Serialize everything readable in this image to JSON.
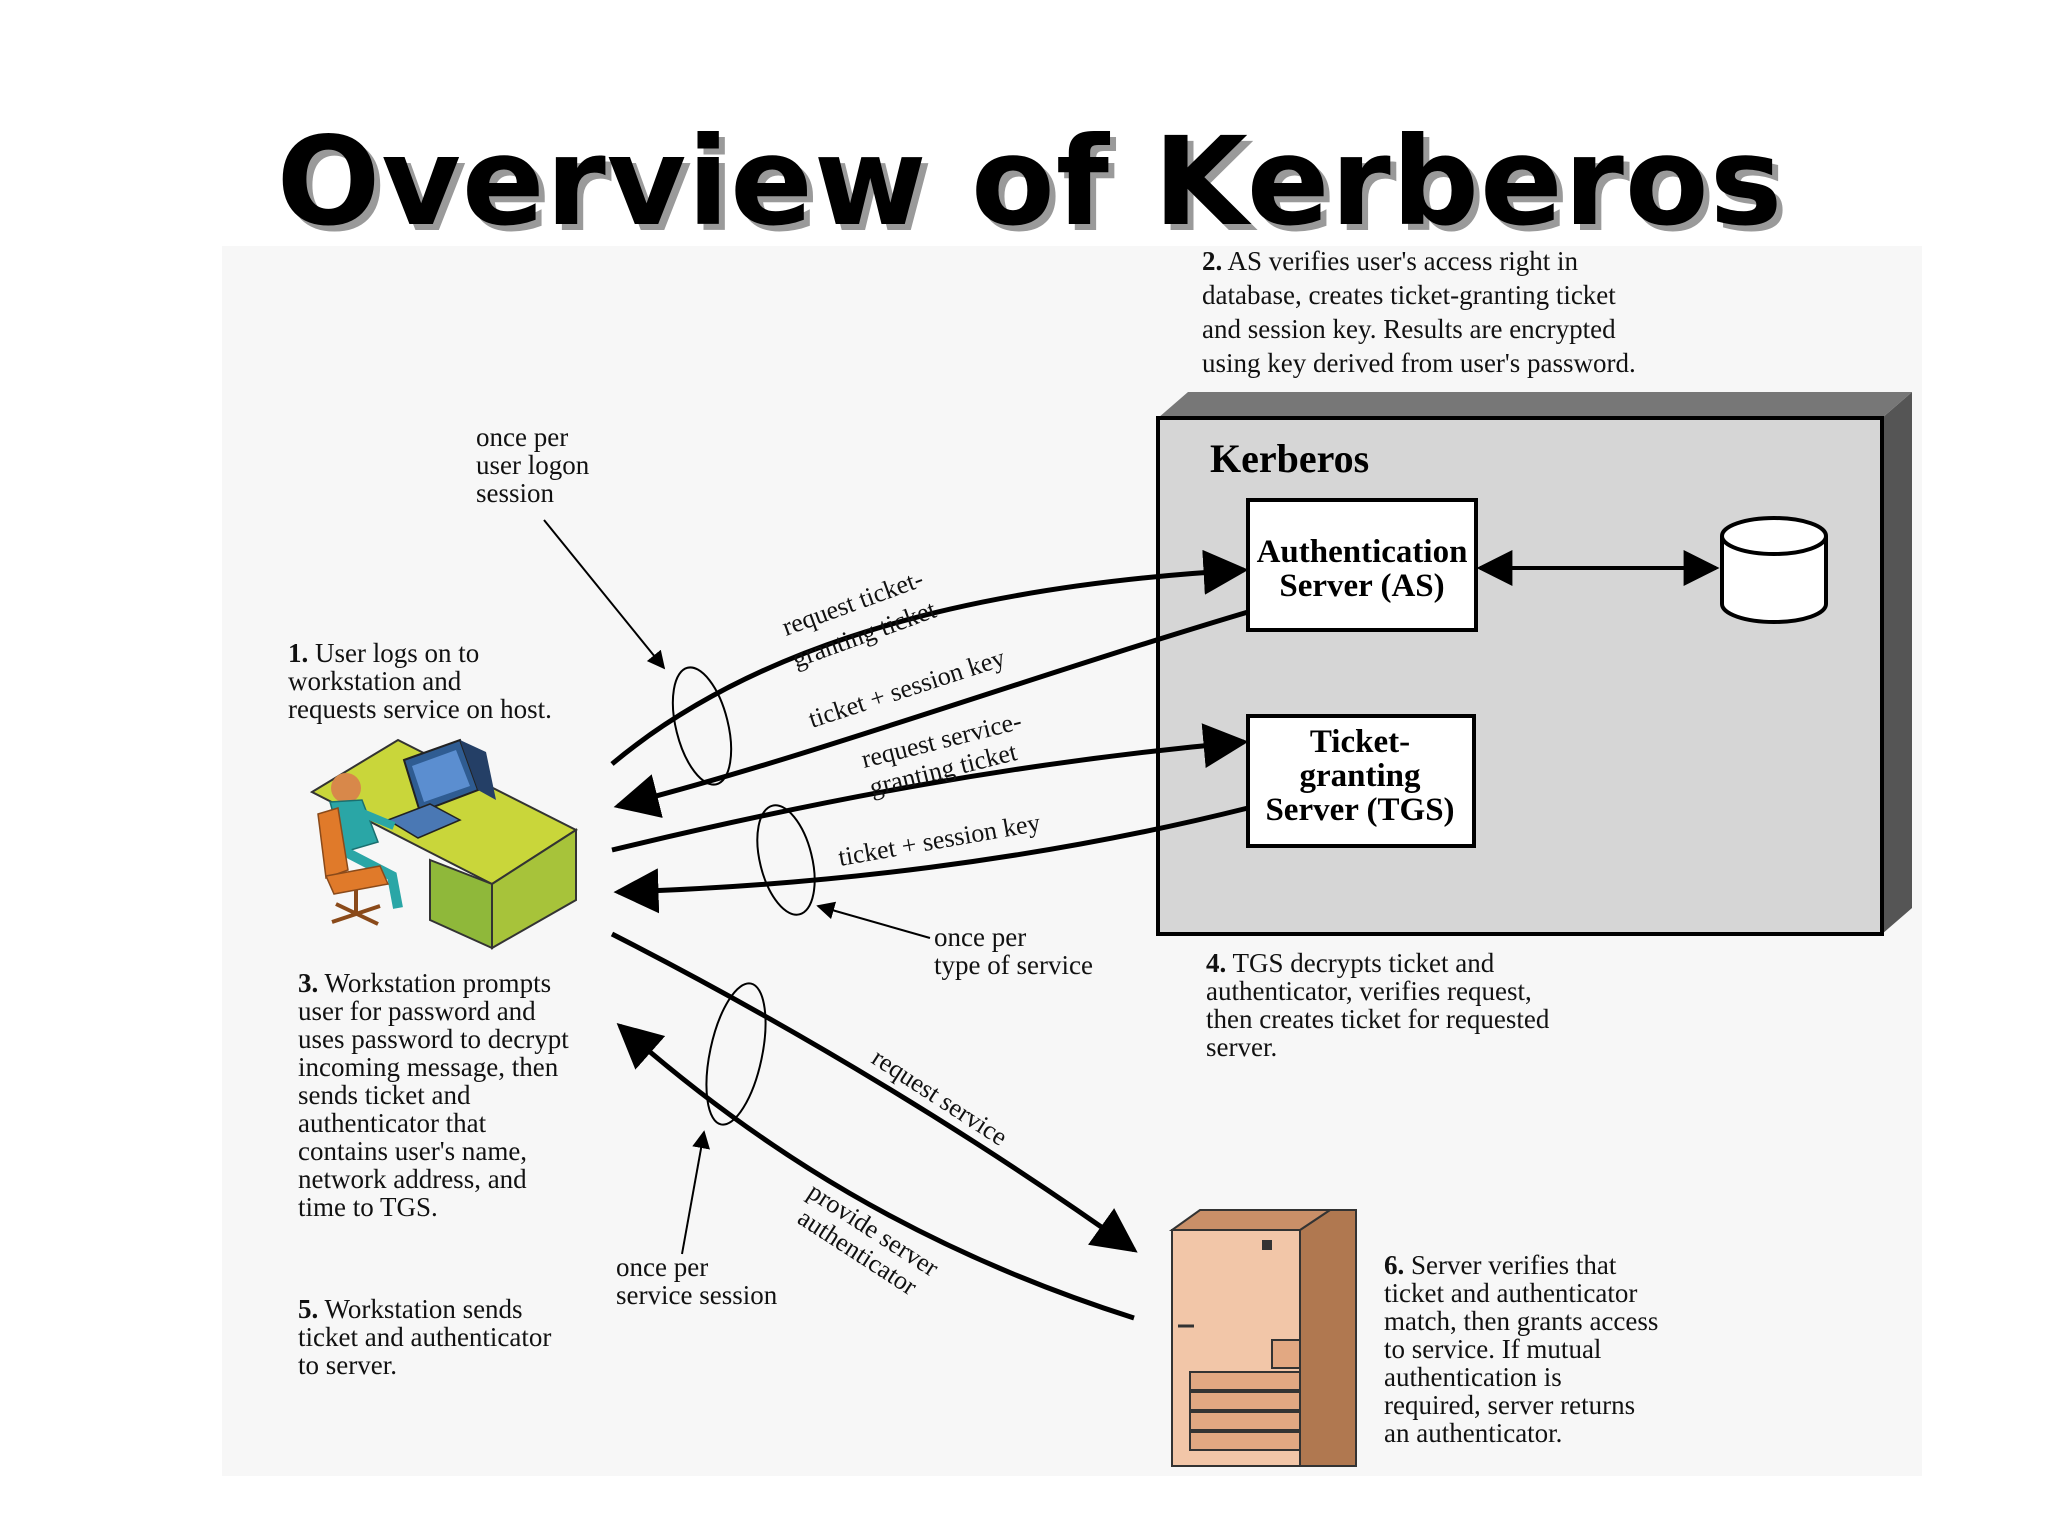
{
  "title": "Overview of Kerberos",
  "kerberos_box": {
    "label": "Kerberos",
    "as_line1": "Authentication",
    "as_line2": "Server (AS)",
    "tgs_line1": "Ticket-",
    "tgs_line2": "granting",
    "tgs_line3": "Server (TGS)"
  },
  "notes": {
    "step1": {
      "num": "1.",
      "lines": [
        " User logs on to",
        "workstation and",
        "requests service on host."
      ]
    },
    "step2": {
      "num": "2.",
      "lines": [
        " AS verifies user's access right in",
        "database, creates ticket-granting ticket",
        "and session key. Results are encrypted",
        "using key derived from user's password."
      ]
    },
    "step3": {
      "num": "3.",
      "lines": [
        " Workstation prompts",
        "user for password and",
        "uses password to decrypt",
        "incoming message, then",
        "sends ticket and",
        "authenticator that",
        "contains user's name,",
        "network address, and",
        "time to TGS."
      ]
    },
    "step4": {
      "num": "4.",
      "lines": [
        " TGS decrypts ticket and",
        "authenticator, verifies request,",
        "then creates ticket for requested",
        "server."
      ]
    },
    "step5": {
      "num": "5.",
      "lines": [
        " Workstation sends",
        "ticket and authenticator",
        "to server."
      ]
    },
    "step6": {
      "num": "6.",
      "lines": [
        " Server verifies that",
        "ticket and authenticator",
        "match, then grants access",
        "to service. If mutual",
        "authentication is",
        "required, server returns",
        "an authenticator."
      ]
    }
  },
  "frequency_labels": {
    "logon": [
      "once per",
      "user logon",
      "session"
    ],
    "service_type": [
      "once per",
      "type of service"
    ],
    "service_session": [
      "once per",
      "service session"
    ]
  },
  "arrow_labels": {
    "request_tgt_1": "request ticket-",
    "request_tgt_2": "granting ticket",
    "ticket_session_key_1": "ticket + session key",
    "request_sgt_1": "request service-",
    "request_sgt_2": "granting ticket",
    "ticket_session_key_2": "ticket + session key",
    "request_service": "request service",
    "provide_auth_1": "provide server",
    "provide_auth_2": "authenticator"
  },
  "colors": {
    "kerberos_box_fill": "#d6d6d6",
    "kerberos_box_side": "#555555",
    "panel_bg": "#f7f7f7",
    "desk_top": "#c9d63a",
    "desk_side": "#8fb83a",
    "monitor": "#3f6ea8",
    "person_shirt": "#2aa6a6",
    "chair": "#e07a2a",
    "server_front": "#f2c6a8",
    "server_side": "#b07850"
  },
  "icons": [
    "workstation-icon",
    "database-icon",
    "server-icon"
  ]
}
